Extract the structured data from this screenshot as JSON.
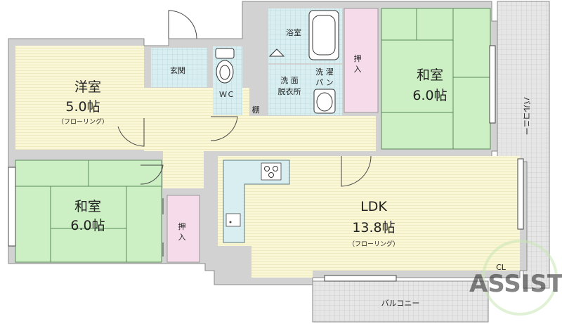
{
  "rooms": {
    "western_room": {
      "name": "洋室",
      "size": "5.0帖",
      "floor": "（フローリング）"
    },
    "japanese_room_left": {
      "name": "和室",
      "size": "6.0帖"
    },
    "japanese_room_right": {
      "name": "和室",
      "size": "6.0帖"
    },
    "ldk": {
      "name": "LDK",
      "size": "13.8帖",
      "floor": "（フローリング）"
    }
  },
  "labels": {
    "entrance": "玄関",
    "wc": "ＷＣ",
    "bath": "浴室",
    "washroom_line1": "洗 面",
    "washroom_line2": "脱衣所",
    "laundry_line1": "洗 濯",
    "laundry_line2": "パ ン",
    "shelf": "棚",
    "closet_right_1": "押",
    "closet_right_2": "入",
    "closet_left_1": "押",
    "closet_left_2": "入",
    "balcony_bottom": "バルコニー",
    "balcony_right": "バルコニー",
    "cl": "CL"
  },
  "watermark": "ASSIST",
  "colors": {
    "wall": "#d2d2d2",
    "floor": "#faf7d6",
    "tatami": "#ccf0c4",
    "wet": "#d9eef0",
    "closet": "#f6dcea",
    "balcony": "#eaeaea",
    "watermark": "#c9e6b4"
  }
}
